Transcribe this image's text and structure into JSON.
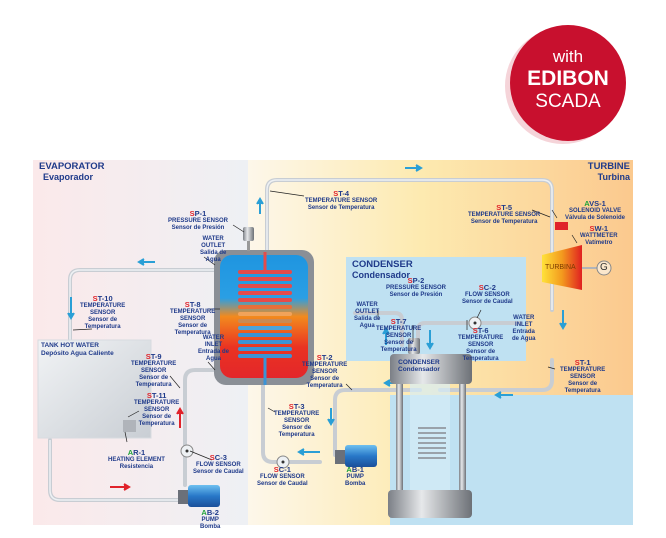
{
  "badge": {
    "line1": "with",
    "line2": "EDIBON",
    "line3": "SCADA",
    "color": "#c8102e"
  },
  "sections": {
    "evaporator": {
      "title": "EVAPORATOR",
      "subtitle": "Evaporador"
    },
    "turbine": {
      "title": "TURBINE",
      "subtitle": "Turbina"
    },
    "condenser": {
      "title": "CONDENSER",
      "subtitle": "Condensador"
    },
    "tank": {
      "title": "TANK HOT WATER",
      "subtitle": "Depósito Agua Caliente"
    }
  },
  "components": {
    "condenser_body": {
      "title": "CONDENSER",
      "subtitle": "Condensador"
    },
    "turbine_body": {
      "label": "TURBINA"
    },
    "generator": {
      "label": "G"
    },
    "evap_water_outlet": {
      "l1": "WATER",
      "l2": "OUTLET",
      "l3": "Salida de",
      "l4": "Agua"
    },
    "evap_water_inlet": {
      "l1": "WATER",
      "l2": "INLET",
      "l3": "Entrada de",
      "l4": "Agua"
    },
    "cond_water_outlet": {
      "l1": "WATER",
      "l2": "OUTLET",
      "l3": "Salida de",
      "l4": "Agua"
    },
    "cond_water_inlet": {
      "l1": "WATER",
      "l2": "INLET",
      "l3": "Entrada",
      "l4": "de Agua"
    }
  },
  "sensors": {
    "sp1": {
      "prefix": "S",
      "code": "P-1",
      "name": "PRESSURE SENSOR",
      "es": "Sensor de Presión"
    },
    "sp2": {
      "prefix": "S",
      "code": "P-2",
      "name": "PRESSURE SENSOR",
      "es": "Sensor de Presión"
    },
    "st1": {
      "prefix": "S",
      "code": "T-1",
      "name1": "TEMPERATURE",
      "name2": "SENSOR",
      "es1": "Sensor de",
      "es2": "Temperatura"
    },
    "st2": {
      "prefix": "S",
      "code": "T-2",
      "name1": "TEMPERATURE",
      "name2": "SENSOR",
      "es1": "Sensor de",
      "es2": "Temperatura"
    },
    "st3": {
      "prefix": "S",
      "code": "T-3",
      "name1": "TEMPERATURE",
      "name2": "SENSOR",
      "es1": "Sensor de",
      "es2": "Temperatura"
    },
    "st4": {
      "prefix": "S",
      "code": "T-4",
      "name": "TEMPERATURE SENSOR",
      "es": "Sensor de Temperatura"
    },
    "st5": {
      "prefix": "S",
      "code": "T-5",
      "name": "TEMPERATURE SENSOR",
      "es": "Sensor de Temperatura"
    },
    "st6": {
      "prefix": "S",
      "code": "T-6",
      "name1": "TEMPERATURE",
      "name2": "SENSOR",
      "es1": "Sensor de",
      "es2": "Temperatura"
    },
    "st7": {
      "prefix": "S",
      "code": "T-7",
      "name1": "TEMPERATURE",
      "name2": "SENSOR",
      "es1": "Sensor de",
      "es2": "Temperatura"
    },
    "st8": {
      "prefix": "S",
      "code": "T-8",
      "name1": "TEMPERATURE",
      "name2": "SENSOR",
      "es1": "Sensor de",
      "es2": "Temperatura"
    },
    "st9": {
      "prefix": "S",
      "code": "T-9",
      "name1": "TEMPERATURE",
      "name2": "SENSOR",
      "es1": "Sensor de",
      "es2": "Temperatura"
    },
    "st10": {
      "prefix": "S",
      "code": "T-10",
      "name1": "TEMPERATURE",
      "name2": "SENSOR",
      "es1": "Sensor de",
      "es2": "Temperatura"
    },
    "st11": {
      "prefix": "S",
      "code": "T-11",
      "name1": "TEMPERATURE",
      "name2": "SENSOR",
      "es1": "Sensor de",
      "es2": "Temperatura"
    },
    "sc1": {
      "prefix": "S",
      "code": "C-1",
      "name": "FLOW SENSOR",
      "es": "Sensor de Caudal"
    },
    "sc2": {
      "prefix": "S",
      "code": "C-2",
      "name": "FLOW SENSOR",
      "es": "Sensor de Caudal"
    },
    "sc3": {
      "prefix": "S",
      "code": "C-3",
      "name": "FLOW SENSOR",
      "es": "Sensor de Caudal"
    },
    "sw1": {
      "prefix": "S",
      "code": "W-1",
      "name": "WATTMETER",
      "es": "Vatímetro"
    }
  },
  "actuators": {
    "ab1": {
      "prefix": "A",
      "code": "B-1",
      "name": "PUMP",
      "es": "Bomba"
    },
    "ab2": {
      "prefix": "A",
      "code": "B-2",
      "name": "PUMP",
      "es": "Bomba"
    },
    "ar1": {
      "prefix": "A",
      "code": "R-1",
      "name": "HEATING ELEMENT",
      "es": "Resistencia"
    },
    "avs1": {
      "prefix": "A",
      "code": "VS-1",
      "name": "SOLENOID VALVE",
      "es": "Válvula de Solenoide"
    }
  },
  "colors": {
    "sensor_prefix": "#e0222a",
    "actuator_prefix": "#22a33a",
    "label_text": "#1f3a8a",
    "flow_arrow_cold": "#2a9fd6",
    "flow_arrow_hot": "#e0222a",
    "condenser_bg": "#bfe1f2"
  }
}
